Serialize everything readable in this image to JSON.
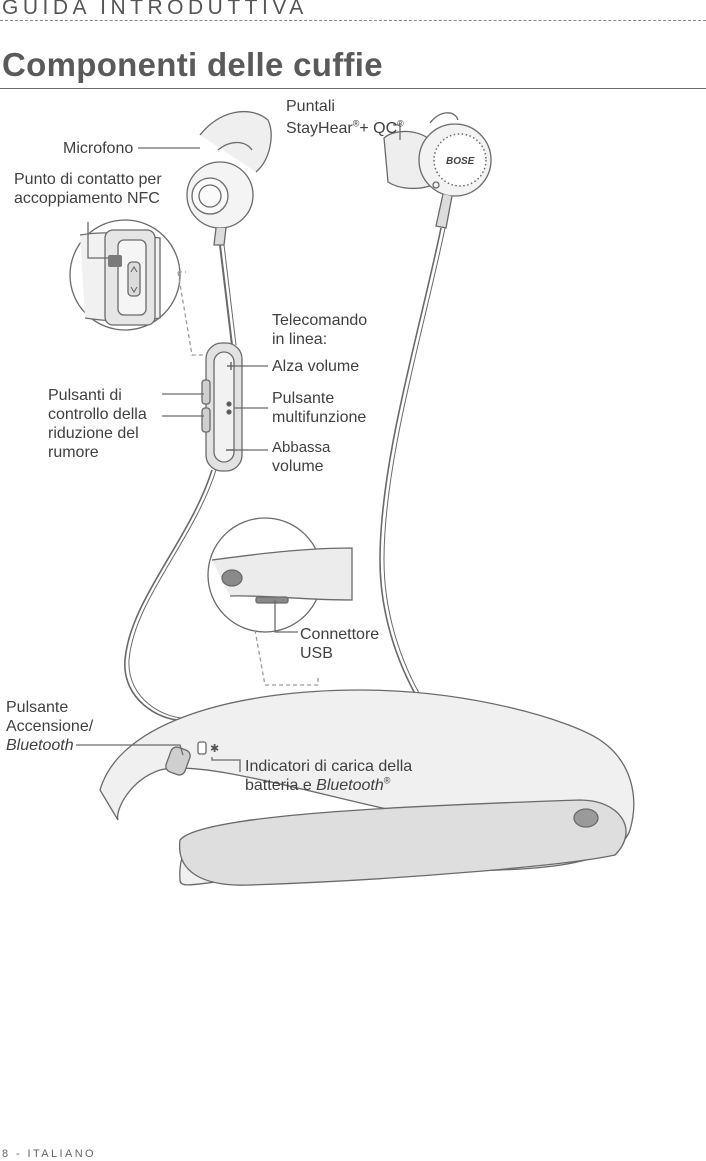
{
  "header": {
    "section": "GUIDA INTRODUTTIVA",
    "title": "Componenti delle cuffie"
  },
  "labels": {
    "microfono": "Microfono",
    "nfc_line1": "Punto di contatto per",
    "nfc_line2": "accoppiamento NFC",
    "puntali_line1": "Puntali",
    "puntali_line2a": "StayHear",
    "puntali_line2b": "+ QC",
    "telecomando_line1": "Telecomando",
    "telecomando_line2": "in linea:",
    "alza_volume": "Alza volume",
    "pulsante_mf_line1": "Pulsante",
    "pulsante_mf_line2": "multifunzione",
    "abbassa_line1": "Abbassa",
    "abbassa_line2": "volume",
    "noise_line1": "Pulsanti di",
    "noise_line2": "controllo della",
    "noise_line3": "riduzione del",
    "noise_line4": "rumore",
    "usb_line1": "Connettore",
    "usb_line2": "USB",
    "power_line1": "Pulsante",
    "power_line2": "Accensione/",
    "power_line3": "Bluetooth",
    "indicatori_line1": "Indicatori di carica della",
    "indicatori_line2a": "batteria e ",
    "indicatori_line2b": "Bluetooth",
    "reg": "®"
  },
  "footer": {
    "page": "8 - ITALIANO"
  }
}
